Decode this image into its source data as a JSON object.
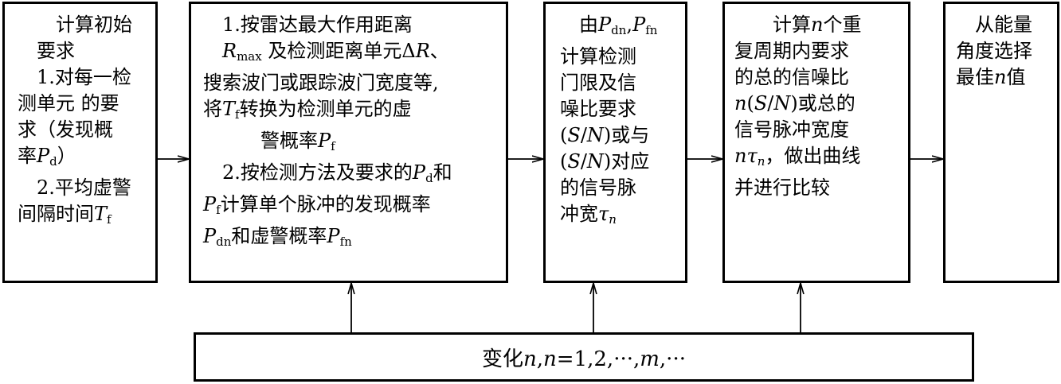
{
  "boxes": [
    {
      "lines": [
        [
          "计算初始"
        ],
        [
          "要求"
        ],
        [
          "1.对每一检"
        ],
        [
          "测单元 的要"
        ],
        [
          "求（发现概"
        ],
        [
          "率",
          {
            "v": "P",
            "i": true
          },
          {
            "v": "d",
            "s": true
          },
          "）"
        ],
        [
          "2.平均虚警"
        ],
        [
          "间隔时间",
          {
            "v": "T",
            "i": true
          },
          {
            "v": "f",
            "s": true
          }
        ]
      ]
    },
    {
      "lines": [
        [
          "1.按雷达最大作用距离"
        ],
        [
          {
            "v": "R",
            "i": true
          },
          {
            "v": "max",
            "s": true
          },
          " 及检测距离单元Δ",
          {
            "v": "R",
            "i": true
          },
          "、"
        ],
        [
          "搜索波门或跟踪波门宽度等,"
        ],
        [
          "将",
          {
            "v": "T",
            "i": true
          },
          {
            "v": "f",
            "s": true
          },
          "转换为检测单元的虚"
        ],
        [
          "警概率",
          {
            "v": "P",
            "i": true
          },
          {
            "v": "f",
            "s": true
          }
        ],
        [
          "2.按检测方法及要求的",
          {
            "v": "P",
            "i": true
          },
          {
            "v": "d",
            "s": true
          },
          "和"
        ],
        [
          {
            "v": "P",
            "i": true
          },
          {
            "v": "f",
            "s": true
          },
          "计算单个脉冲的发现概率"
        ],
        [
          {
            "v": "P",
            "i": true
          },
          {
            "v": "dn",
            "s": true
          },
          "和虚警概率",
          {
            "v": "P",
            "i": true
          },
          {
            "v": "fn",
            "s": true
          }
        ]
      ]
    },
    {
      "lines": [
        [
          "由",
          {
            "v": "P",
            "i": true
          },
          {
            "v": "dn",
            "s": true
          },
          ",",
          {
            "v": "P",
            "i": true
          },
          {
            "v": "fn",
            "s": true
          }
        ],
        [
          "计算检测"
        ],
        [
          "门限及信"
        ],
        [
          "噪比要求"
        ],
        [
          "(",
          {
            "v": "S",
            "i": true
          },
          "/",
          {
            "v": "N",
            "i": true
          },
          ")或与"
        ],
        [
          "(",
          {
            "v": "S",
            "i": true
          },
          "/",
          {
            "v": "N",
            "i": true
          },
          ")对应"
        ],
        [
          "的信号脉"
        ],
        [
          "冲宽",
          {
            "v": "τ",
            "i": true
          },
          {
            "v": "n",
            "s": true,
            "i": true
          }
        ]
      ]
    },
    {
      "lines": [
        [
          "计算",
          {
            "v": "n",
            "i": true
          },
          "个重"
        ],
        [
          "复周期内要求"
        ],
        [
          "的总的信噪比"
        ],
        [
          {
            "v": "n",
            "i": true
          },
          "(",
          {
            "v": "S",
            "i": true
          },
          "/",
          {
            "v": "N",
            "i": true
          },
          ")或总的"
        ],
        [
          "信号脉冲宽度"
        ],
        [
          {
            "v": "nτ",
            "i": true
          },
          {
            "v": "n",
            "s": true,
            "i": true
          },
          "，做出曲线"
        ],
        [
          "并进行比较"
        ]
      ]
    },
    {
      "lines": [
        [
          "从能量"
        ],
        [
          "角度选择"
        ],
        [
          "最佳",
          {
            "v": "n",
            "i": true
          },
          "值"
        ]
      ]
    }
  ],
  "bottom": [
    "变化",
    {
      "v": "n",
      "i": true
    },
    ",",
    {
      "v": "n",
      "i": true
    },
    "=1,2,···,",
    {
      "v": "m",
      "i": true
    },
    ",···"
  ]
}
